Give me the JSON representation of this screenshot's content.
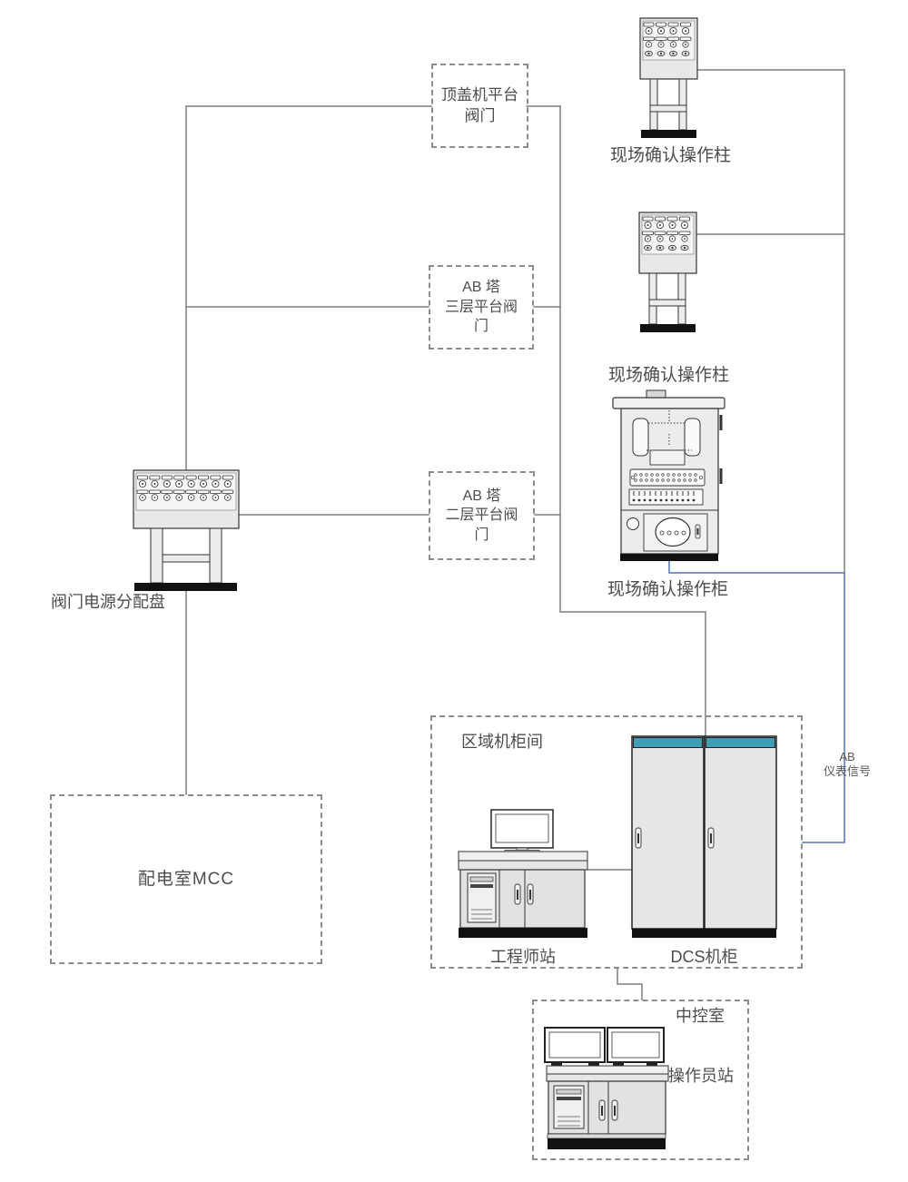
{
  "labels": {
    "box_top_cover": "顶盖机平台\n阀门",
    "box_ab_tower_l3": "AB 塔\n三层平台阀\n门",
    "box_ab_tower_l2": "AB 塔\n二层平台阀\n门",
    "box_mcc": "配电室MCC",
    "room_cabinet": "区域机柜间",
    "room_control": "中控室",
    "column1": "现场确认操作柱",
    "column2": "现场确认操作柱",
    "confirm_cabinet": "现场确认操作柜",
    "valve_power_panel": "阀门电源分配盘",
    "engineer_station": "工程师站",
    "dcs_cabinet": "DCS机柜",
    "operator_station": "操作员站",
    "ab_signal": "AB\n仪表信号"
  },
  "colors": {
    "connector_line": "#7f7f7f",
    "signal_line": "#4f74b8",
    "cabinet_top_teal": "#3f9db4",
    "device_body": "#e8e8e8",
    "device_base": "#111111",
    "dashed_border": "#8c8c8c",
    "text": "#4d4d4d"
  }
}
